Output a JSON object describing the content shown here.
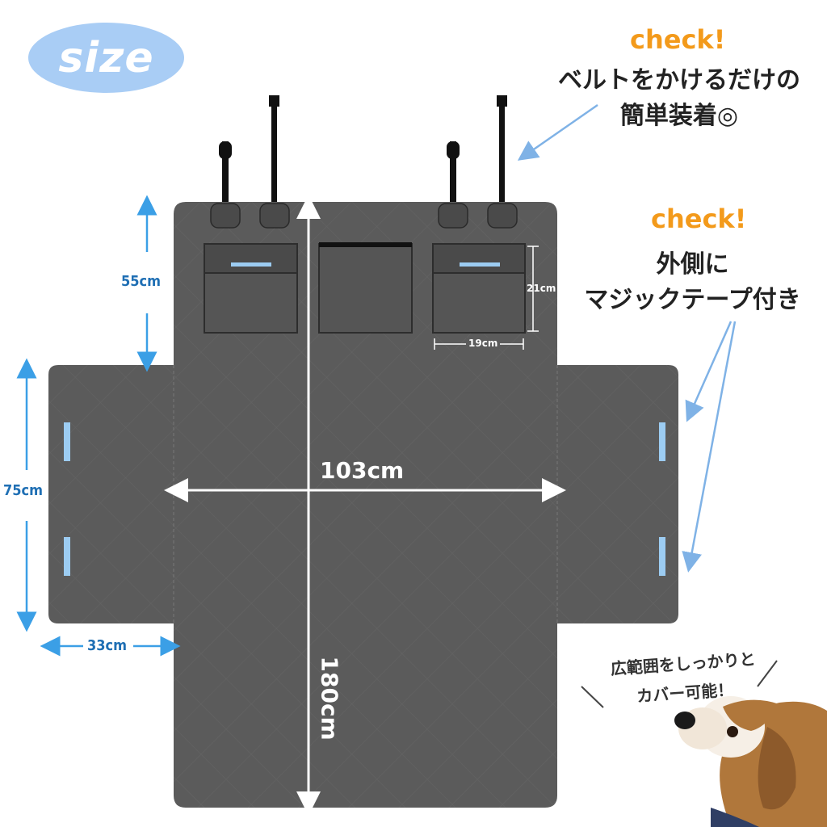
{
  "badge": {
    "label": "size"
  },
  "callouts": [
    {
      "check": "check!",
      "line1": "ベルトをかけるだけの",
      "line2": "簡単装着◎"
    },
    {
      "check": "check!",
      "line1": "外側に",
      "line2": "マジックテープ付き"
    }
  ],
  "dimensions": {
    "pocket_height": "55cm",
    "side_flap_height": "75cm",
    "side_flap_width": "33cm",
    "width": "103cm",
    "length": "180cm",
    "pocket_small_height": "21cm",
    "pocket_small_width": "19cm"
  },
  "coverage": {
    "line1": "広範囲をしっかりと",
    "line2": "カバー可能！"
  },
  "colors": {
    "mat": "#5b5b5b",
    "accent": "#f39a1b",
    "velcro": "#9cccf2",
    "dim_line": "#3b9fe6",
    "badge": "#a9cdf5"
  }
}
